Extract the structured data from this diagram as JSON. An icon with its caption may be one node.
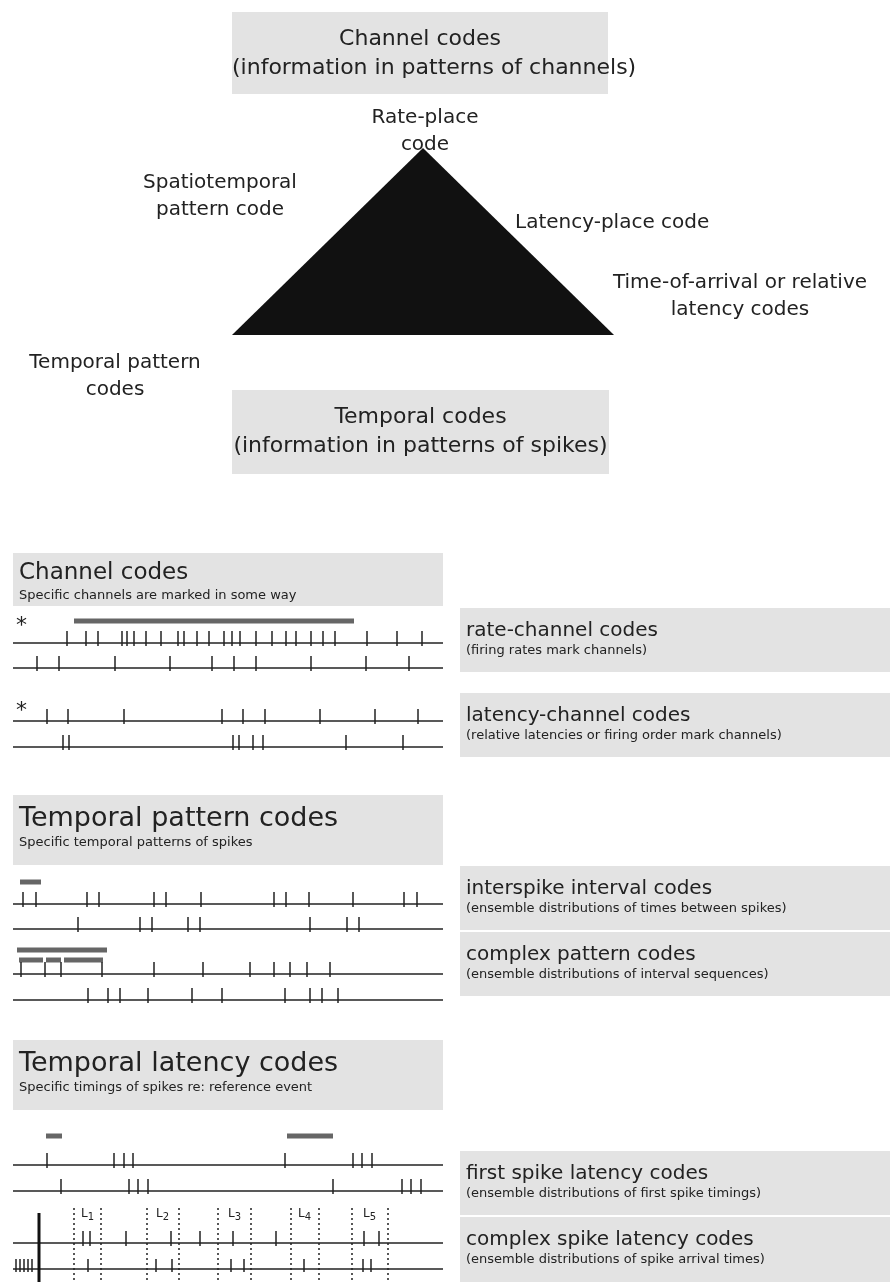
{
  "diagram": {
    "nodes": [
      {
        "text": [
          "Channel codes",
          "(information in patterns of channels)"
        ]
      },
      {
        "text": [],
        "shape": "triangle",
        "beside": [
          "Rate-place code",
          "Spatiotemporal pattern code",
          "Latency-place code",
          "Temporal pattern codes",
          "Time-of-arrival or relative latency codes"
        ]
      },
      {
        "text": [
          "Temporal codes",
          "(information in patterns of spikes)"
        ]
      },
      {
        "text": [
          "Channel codes",
          "Specific channels are marked in some way"
        ]
      },
      {
        "text": [
          "rate-channel codes",
          "(firing rates mark channels)"
        ]
      },
      {
        "text": [
          "latency-channel codes",
          "(relative latencies or firing order mark channels)"
        ]
      },
      {
        "text": [
          "Temporal pattern codes",
          "Specific temporal patterns of spikes"
        ]
      },
      {
        "text": [
          "interspike interval codes",
          "(ensemble distributions of times between spikes)"
        ]
      },
      {
        "text": [
          "complex pattern codes",
          "(ensemble distributions of interval sequences)"
        ]
      },
      {
        "text": [
          "Temporal latency codes",
          "Specific timings of spikes re: reference event"
        ]
      },
      {
        "text": [
          "first spike latency codes",
          "(ensemble distributions of first spike timings)"
        ]
      },
      {
        "text": [
          "complex spike latency codes",
          "(ensemble distributions of spike arrival times)"
        ]
      }
    ],
    "edges": [],
    "labels": [
      "*",
      "*",
      "L$_{1}$",
      "L$_{2}$",
      "L$_{3}$",
      "L$_{4}$",
      "L$_{5}$"
    ]
  }
}
